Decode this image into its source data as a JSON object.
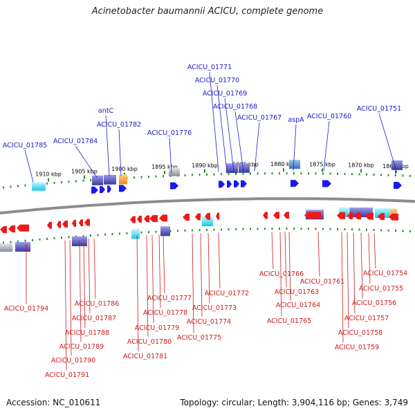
{
  "title": "Acinetobacter baumannii ACICU, complete genome",
  "footer": {
    "accession": "Accession: NC_010611",
    "topology": "Topology: circular; Length: 3,904,116 bp; Genes: 3,749"
  },
  "colors": {
    "forward_label": "#1a1acc",
    "reverse_label": "#cc1a1a",
    "forward_arrow": "#1a1aee",
    "reverse_arrow": "#ee1a1a",
    "backbone": "#8c8c8c",
    "tick": "#2a8a2a",
    "scale_text": "#000000"
  },
  "scale_labels": [
    "1910 kbp",
    "1905 kbp",
    "1900 kbp",
    "1895 kbp",
    "1890 kbp",
    "1885 kbp",
    "1880 kbp",
    "1875 kbp",
    "1870 kbp",
    "1865 kbp"
  ],
  "forward_genes": [
    "ACICU_01785",
    "ACICU_01784",
    "antC",
    "ACICU_01782",
    "ACICU_01776",
    "ACICU_01771",
    "ACICU_01770",
    "ACICU_01769",
    "ACICU_01768",
    "ACICU_01767",
    "aspA",
    "ACICU_01760",
    "ACICU_01751"
  ],
  "reverse_genes": [
    "ACICU_01794",
    "ACICU_01786",
    "ACICU_01787",
    "ACICU_01788",
    "ACICU_01789",
    "ACICU_01790",
    "ACICU_01791",
    "ACICU_01777",
    "ACICU_01778",
    "ACICU_01779",
    "ACICU_01780",
    "ACICU_01781",
    "ACICU_01772",
    "ACICU_01773",
    "ACICU_01774",
    "ACICU_01775",
    "ACICU_01766",
    "ACICU_01763",
    "ACICU_01764",
    "ACICU_01765",
    "ACICU_01761",
    "ACICU_01754",
    "ACICU_01755",
    "ACICU_01756",
    "ACICU_01757",
    "ACICU_01758",
    "ACICU_01759"
  ]
}
